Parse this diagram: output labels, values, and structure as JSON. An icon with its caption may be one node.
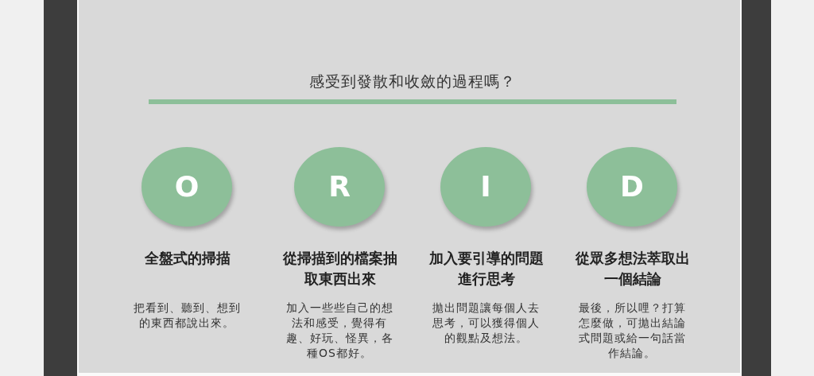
{
  "diagram": {
    "title": "感受到發散和收斂的過程嗎？",
    "nodes": [
      {
        "text": [
          "O"
        ],
        "beside": [
          "全盤式的掃描",
          "把看到、聽到、想到的東西都說出來。"
        ]
      },
      {
        "text": [
          "R"
        ],
        "beside": [
          "從掃描到的檔案抽取東西出來",
          "加入一些些自己的想法和感受，覺得有趣、好玩、怪異，各種OS都好。"
        ]
      },
      {
        "text": [
          "I"
        ],
        "beside": [
          "加入要引導的問題進行思考",
          "拋出問題讓每個人去思考，可以獲得個人的觀點及想法。"
        ]
      },
      {
        "text": [
          "D"
        ],
        "beside": [
          "從眾多想法萃取出一個結論",
          "最後，所以哩？打算怎麼做，可拋出結論式問題或給一句話當作結論。"
        ]
      }
    ]
  }
}
